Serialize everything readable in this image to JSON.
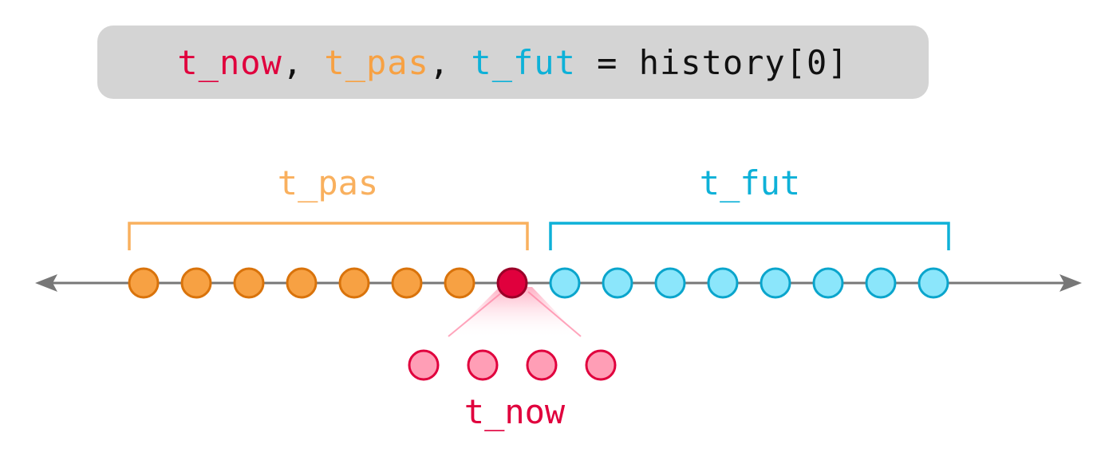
{
  "code": {
    "var_now": "t_now",
    "sep1": ", ",
    "var_pas": "t_pas",
    "sep2": ", ",
    "var_fut": "t_fut",
    "rest": " = history[0]"
  },
  "labels": {
    "past": "t_pas",
    "future": "t_fut",
    "now": "t_now"
  },
  "counts": {
    "past_points": 7,
    "future_points": 8,
    "now_sub_points": 4
  },
  "colors": {
    "now": "#e0003d",
    "now_dark": "#9a0028",
    "now_sub_fill": "#ff9eb6",
    "past": "#f7a143",
    "past_bracket": "#f9b05e",
    "past_stroke": "#d9730b",
    "future": "#8be6fb",
    "future_bracket": "#0eb1d8",
    "future_stroke": "#0aa5cc",
    "axis": "#777777",
    "code_box": "#d4d4d4"
  }
}
